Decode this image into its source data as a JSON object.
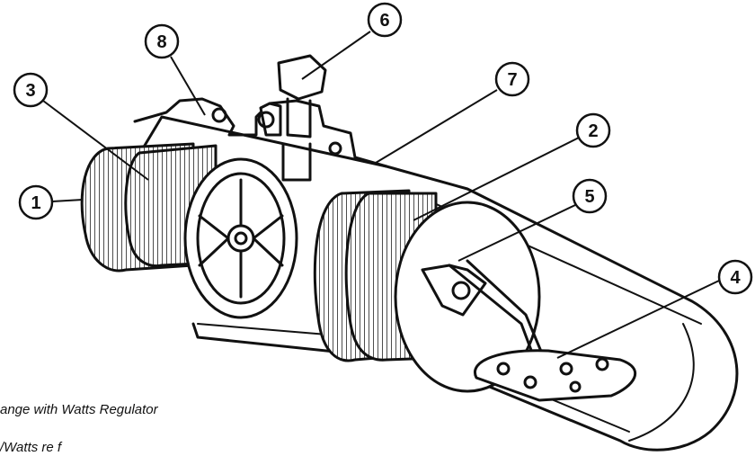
{
  "callouts": [
    {
      "id": "c1",
      "label": "1"
    },
    {
      "id": "c2",
      "label": "2"
    },
    {
      "id": "c3",
      "label": "3"
    },
    {
      "id": "c4",
      "label": "4"
    },
    {
      "id": "c5",
      "label": "5"
    },
    {
      "id": "c6",
      "label": "6"
    },
    {
      "id": "c7",
      "label": "7"
    },
    {
      "id": "c8",
      "label": "8"
    }
  ],
  "captions": {
    "line1": "ange with Watts Regulator",
    "line2": "/Watts re            f"
  }
}
